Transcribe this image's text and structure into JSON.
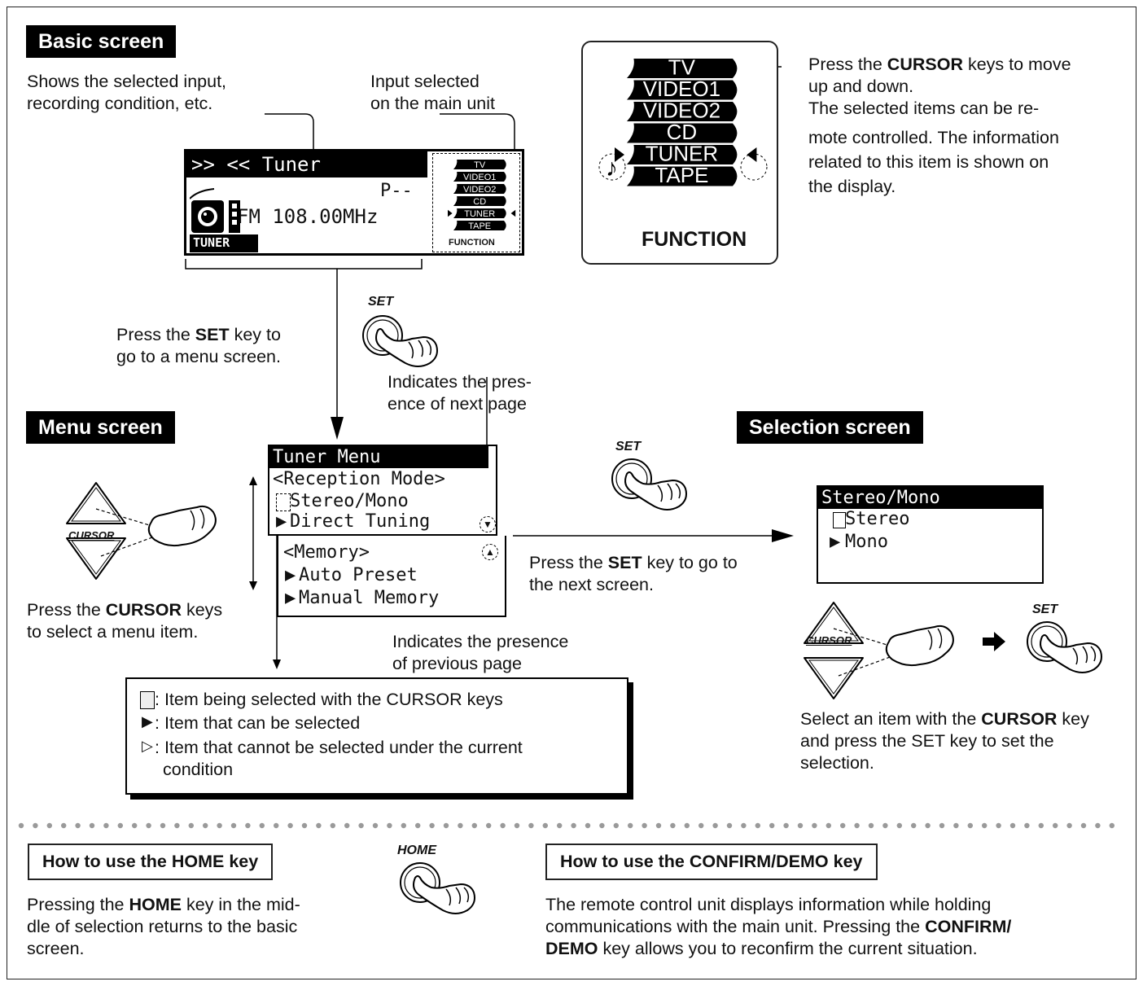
{
  "basic": {
    "title": "Basic screen",
    "desc_l1": "Shows the selected input,",
    "desc_l2": "recording condition, etc.",
    "input_l1": "Input selected",
    "input_l2": "on the main unit",
    "lcd": {
      "top_prefix": ">> <<",
      "top_source": "Tuner",
      "preset": "P--",
      "freq": "FM 108.00MHz",
      "icon_label": "TUNER",
      "function_label": "FUNCTION",
      "functions": [
        "TV",
        "VIDEO1",
        "VIDEO2",
        "CD",
        "TUNER",
        "TAPE"
      ]
    },
    "function_big_label": "FUNCTION",
    "cursor_note": {
      "l1_pre": "Press the ",
      "l1_bold": "CURSOR",
      "l1_post": " keys to move",
      "l2": "up and down.",
      "l3": "The selected items can be re-",
      "l4": "mote controlled. The information",
      "l5": "related to this item is shown on",
      "l6": "the display."
    }
  },
  "set_key_label": "SET",
  "press_set_menu": {
    "l1_pre": "Press the ",
    "l1_bold": "SET",
    "l1_post": " key to",
    "l2": "go to a menu screen."
  },
  "next_page_note": {
    "l1": "Indicates the pres-",
    "l2": "ence of next page"
  },
  "menu": {
    "title": "Menu screen",
    "lcd_rows": [
      "Tuner Menu",
      "<Reception Mode>",
      "Stereo/Mono",
      "Direct Tuning"
    ],
    "lcd2_rows": [
      "<Memory>",
      "Auto Preset",
      "Manual Memory"
    ],
    "cursor_label": "CURSOR",
    "note_l1_pre": "Press the ",
    "note_l1_bold": "CURSOR",
    "note_l1_post": " keys",
    "note_l2": "to select a menu item."
  },
  "prev_page_note": {
    "l1": "Indicates the presence",
    "l2": "of previous page"
  },
  "press_set_next": {
    "l1_pre": "Press the ",
    "l1_bold": "SET",
    "l1_post": " key to go to",
    "l2": "the next screen."
  },
  "selection": {
    "title": "Selection screen",
    "lcd_rows": [
      "Stereo/Mono",
      "Stereo",
      "Mono"
    ],
    "cursor_label": "CURSOR",
    "note_l1_pre": "Select an item with the ",
    "note_l1_bold": "CURSOR",
    "note_l1_post": " key",
    "note_l2": "and press the SET key to set the",
    "note_l3": "selection."
  },
  "legend": {
    "selected": ": Item being selected with the CURSOR keys",
    "selectable": ": Item that can be selected",
    "unselectable_l1": ": Item that cannot be selected under the current",
    "unselectable_l2": "condition"
  },
  "home": {
    "heading": "How to use the HOME key",
    "key_label": "HOME",
    "l1_pre": "Pressing the ",
    "l1_bold": "HOME",
    "l1_post": " key in the mid-",
    "l2": "dle of selection returns to the basic",
    "l3": "screen."
  },
  "confirm": {
    "heading": "How to use the CONFIRM/DEMO key",
    "l1": "The remote control unit displays information while holding",
    "l2_pre": "communications with the main unit. Pressing the ",
    "l2_bold": "CONFIRM/",
    "l3_bold": "DEMO",
    "l3_post": " key allows you to reconfirm the current situation."
  }
}
